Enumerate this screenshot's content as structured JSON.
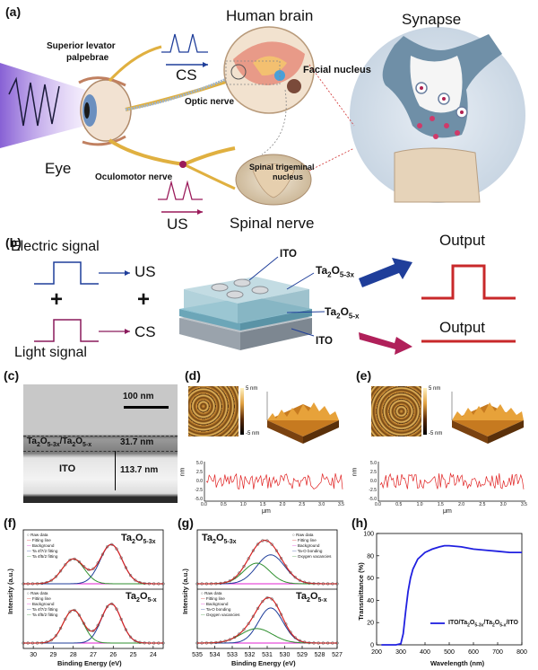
{
  "panel_a": {
    "label": "(a)",
    "human_brain": "Human brain",
    "synapse": "Synapse",
    "superior_levator": "Superior levator",
    "palpebrae": "palpebrae",
    "cs": "CS",
    "facial_nucleus": "Facial nucleus",
    "optic_nerve": "Optic nerve",
    "eye": "Eye",
    "oculomotor_nerve": "Oculomotor nerve",
    "spinal_trigeminal": "Spinal trigeminal",
    "nucleus": "nucleus",
    "us": "US",
    "spinal_nerve": "Spinal nerve"
  },
  "panel_b": {
    "label": "(b)",
    "electric_signal": "Electric signal",
    "light_signal": "Light signal",
    "plus": "+",
    "us": "US",
    "cs": "CS",
    "ito_top": "ITO",
    "ito_bottom": "ITO",
    "layer_top": "Ta2O5-3x",
    "layer_mid": "Ta2O5-x",
    "output1": "Output",
    "output2": "Output"
  },
  "panel_c": {
    "label": "(c)",
    "scale": "100 nm",
    "film_label": "Ta2O5-3x/Ta2O5-x",
    "film_thickness": "31.7 nm",
    "ito_label": "ITO",
    "ito_thickness": "113.7 nm"
  },
  "panel_d": {
    "label": "(d)",
    "cbar_top": "5 nm",
    "cbar_bottom": "-5 nm",
    "ylabel": "nm",
    "xlabel": "μm",
    "yticks": [
      "5.0",
      "2.5",
      "0.0",
      "-2.5",
      "-5.0"
    ],
    "xticks": [
      "0.0",
      "0.5",
      "1.0",
      "1.5",
      "2.0",
      "2.5",
      "3.0",
      "3.5"
    ]
  },
  "panel_e": {
    "label": "(e)",
    "cbar_top": "5 nm",
    "cbar_bottom": "-5 nm",
    "ylabel": "nm",
    "xlabel": "μm",
    "yticks": [
      "5.0",
      "2.5",
      "0.0",
      "-2.5",
      "-5.0"
    ],
    "xticks": [
      "0.0",
      "0.5",
      "1.0",
      "1.5",
      "2.0",
      "2.5",
      "3.0",
      "3.5"
    ]
  },
  "panel_f": {
    "label": "(f)",
    "ylabel": "Intensity (a.u.)",
    "xlabel": "Binding Energy (eV)",
    "xticks": [
      "24",
      "25",
      "26",
      "27",
      "28",
      "29",
      "30"
    ],
    "top_title": "Ta2O5-3x",
    "bottom_title": "Ta2O5-x",
    "legend": [
      "Raw data",
      "Fitting line",
      "Background",
      "Ta 4f7/2 fitting",
      "Ta 4f5/2 fitting"
    ]
  },
  "panel_g": {
    "label": "(g)",
    "ylabel": "Intensity (a.u.)",
    "xlabel": "Binding Energy (eV)",
    "xticks": [
      "535",
      "534",
      "533",
      "532",
      "531",
      "530",
      "529",
      "528",
      "527"
    ],
    "top_title": "Ta2O5-3x",
    "bottom_title": "Ta2O5-x",
    "legend": [
      "Raw data",
      "Fitting line",
      "Background",
      "Ta-O bonding",
      "Oxygen vacancies"
    ]
  },
  "panel_h": {
    "label": "(h)",
    "ylabel": "Transmittance (%)",
    "xlabel": "Wavelength (nm)",
    "legend": "ITO/Ta2O5-3x/Ta2O5-x/ITO"
  },
  "chart_data": [
    {
      "type": "line",
      "title": "",
      "xlabel": "Wavelength (nm)",
      "ylabel": "Transmittance (%)",
      "xlim": [
        200,
        800
      ],
      "ylim": [
        0,
        100
      ],
      "x_ticks": [
        200,
        300,
        400,
        500,
        600,
        700,
        800
      ],
      "y_ticks": [
        0,
        20,
        40,
        60,
        80,
        100
      ],
      "series": [
        {
          "name": "ITO/Ta2O5-3x/Ta2O5-x/ITO",
          "x": [
            220,
            280,
            300,
            310,
            320,
            330,
            340,
            350,
            370,
            400,
            430,
            460,
            480,
            500,
            550,
            600,
            650,
            700,
            750,
            800
          ],
          "y": [
            0,
            0,
            1,
            10,
            30,
            48,
            60,
            68,
            77,
            83,
            86,
            88,
            89,
            89,
            88,
            86,
            85,
            84,
            83,
            83
          ]
        }
      ]
    },
    {
      "type": "line",
      "title": "Ta2O5-3x",
      "xlabel": "Binding Energy (eV)",
      "ylabel": "Intensity (a.u.)",
      "xlim": [
        30.5,
        23.5
      ],
      "x_ticks": [
        24,
        25,
        26,
        27,
        28,
        29,
        30
      ],
      "peaks": {
        "Ta 4f7/2": 26.1,
        "Ta 4f5/2": 28.0
      }
    },
    {
      "type": "line",
      "title": "Ta2O5-x",
      "xlabel": "Binding Energy (eV)",
      "ylabel": "Intensity (a.u.)",
      "xlim": [
        30.5,
        23.5
      ],
      "x_ticks": [
        24,
        25,
        26,
        27,
        28,
        29,
        30
      ],
      "peaks": {
        "Ta 4f7/2": 26.1,
        "Ta 4f5/2": 28.0
      }
    },
    {
      "type": "line",
      "title": "Ta2O5-3x",
      "xlabel": "Binding Energy (eV)",
      "ylabel": "Intensity (a.u.)",
      "xlim": [
        535,
        527
      ],
      "x_ticks": [
        535,
        534,
        533,
        532,
        531,
        530,
        529,
        528,
        527
      ],
      "peaks": {
        "Ta-O bonding": 530.8,
        "Oxygen vacancies": 531.6
      }
    },
    {
      "type": "line",
      "title": "Ta2O5-x",
      "xlabel": "Binding Energy (eV)",
      "ylabel": "Intensity (a.u.)",
      "xlim": [
        535,
        527
      ],
      "x_ticks": [
        535,
        534,
        533,
        532,
        531,
        530,
        529,
        528,
        527
      ],
      "peaks": {
        "Ta-O bonding": 530.8,
        "Oxygen vacancies": 531.6
      }
    }
  ],
  "colors": {
    "red": "#d82222",
    "blue": "#1f3e9a",
    "purple": "#8a1a5c",
    "green": "#2f8f2f",
    "magenta": "#e020d0",
    "h_line": "#2020e0"
  }
}
